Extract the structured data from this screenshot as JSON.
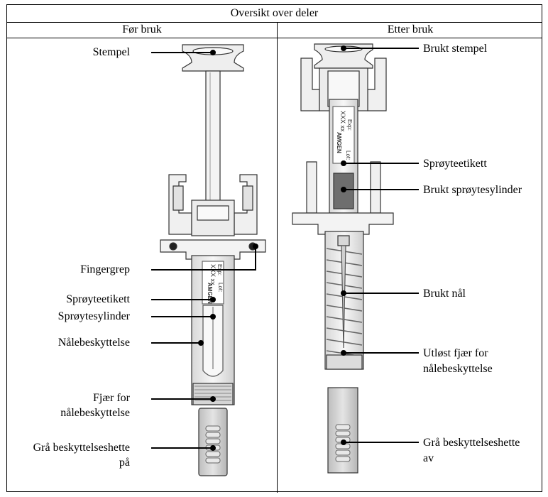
{
  "table": {
    "title": "Oversikt over deler",
    "headers": {
      "before": "Før bruk",
      "after": "Etter bruk"
    }
  },
  "before_labels": {
    "plunger": "Stempel",
    "finger_grip": "Fingergrep",
    "syringe_label": "Sprøyteetikett",
    "syringe_barrel": "Sprøytesylinder",
    "needle_guard": "Nålebeskyttelse",
    "needle_guard_spring_1": "Fjær for",
    "needle_guard_spring_2": "nålebeskyttelse",
    "grey_cap_1": "Grå beskyttelseshette",
    "grey_cap_2": "på"
  },
  "after_labels": {
    "used_plunger": "Brukt stempel",
    "syringe_label": "Sprøyteetikett",
    "used_barrel": "Brukt sprøytesylinder",
    "used_needle": "Brukt nål",
    "released_spring_1": "Utløst fjær for",
    "released_spring_2": "nålebeskyttelse",
    "grey_cap_off_1": "Grå beskyttelseshette",
    "grey_cap_off_2": "av"
  },
  "syringe_print": {
    "brand": "AMGEN",
    "code": "XXX xx",
    "exp": "Exp:",
    "lot": "Lot:"
  }
}
